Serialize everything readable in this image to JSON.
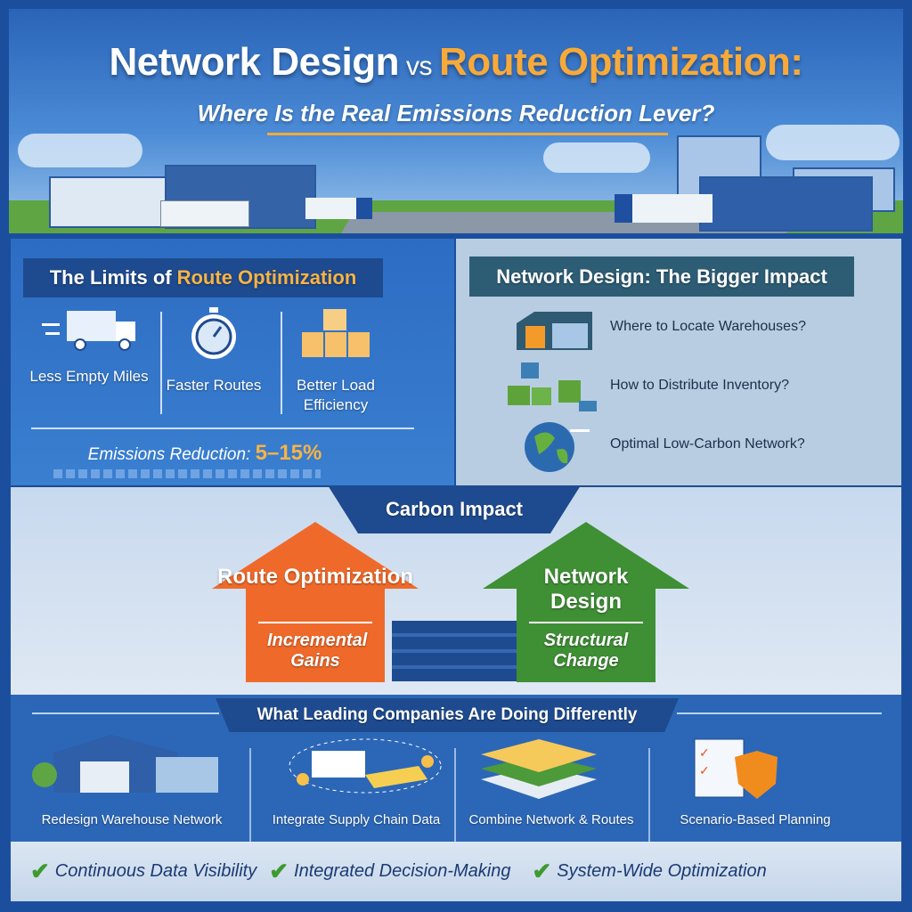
{
  "header": {
    "title_part1": "Network Design",
    "title_vs": "vs",
    "title_part2": "Route Optimization:",
    "subtitle": "Where Is the Real Emissions Reduction Lever?"
  },
  "route_panel": {
    "title_part1": "The Limits of",
    "title_part2": "Route Optimization",
    "items": [
      {
        "icon": "truck-icon",
        "label": "Less Empty Miles"
      },
      {
        "icon": "stopwatch-icon",
        "label": "Faster Routes"
      },
      {
        "icon": "boxes-icon",
        "label": "Better Load Efficiency"
      }
    ],
    "emissions_label": "Emissions Reduction:",
    "emissions_value": "5–15%"
  },
  "network_panel": {
    "title": "Network Design: The Bigger Impact",
    "questions": [
      {
        "icon": "warehouse-icon",
        "label": "Where to Locate Warehouses?"
      },
      {
        "icon": "inventory-icon",
        "label": "How to Distribute Inventory?"
      },
      {
        "icon": "globe-icon",
        "label": "Optimal Low-Carbon Network?"
      }
    ]
  },
  "carbon": {
    "title": "Carbon Impact",
    "route_arrow": {
      "title": "Route Optimization",
      "subtitle": "Incremental Gains",
      "color": "#ef6a2a"
    },
    "network_arrow": {
      "title": "Network Design",
      "subtitle": "Structural Change",
      "color": "#3f8f35"
    }
  },
  "leading": {
    "title": "What Leading Companies Are Doing Differently",
    "items": [
      {
        "icon": "warehouse-network-icon",
        "label": "Redesign Warehouse Network"
      },
      {
        "icon": "data-integration-icon",
        "label": "Integrate Supply Chain Data"
      },
      {
        "icon": "layers-map-icon",
        "label": "Combine Network & Routes"
      },
      {
        "icon": "checklist-shield-icon",
        "label": "Scenario-Based Planning"
      }
    ]
  },
  "footer": {
    "items": [
      "Continuous Data Visibility",
      "Integrated Decision-Making",
      "System-Wide Optimization"
    ]
  }
}
